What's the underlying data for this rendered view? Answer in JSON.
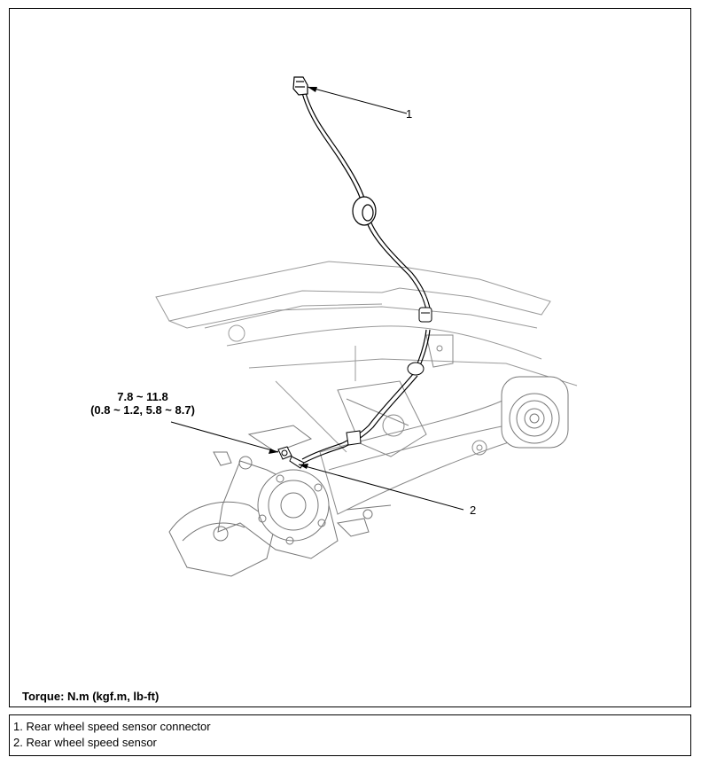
{
  "callouts": {
    "c1": "1",
    "c2": "2"
  },
  "torque_spec": {
    "line1": "7.8 ~ 11.8",
    "line2": "(0.8 ~ 1.2, 5.8 ~ 8.7)"
  },
  "torque_note": "Torque: N.m (kgf.m, lb-ft)",
  "legend": {
    "items": [
      "1. Rear wheel speed sensor connector",
      "2. Rear wheel speed sensor"
    ]
  }
}
